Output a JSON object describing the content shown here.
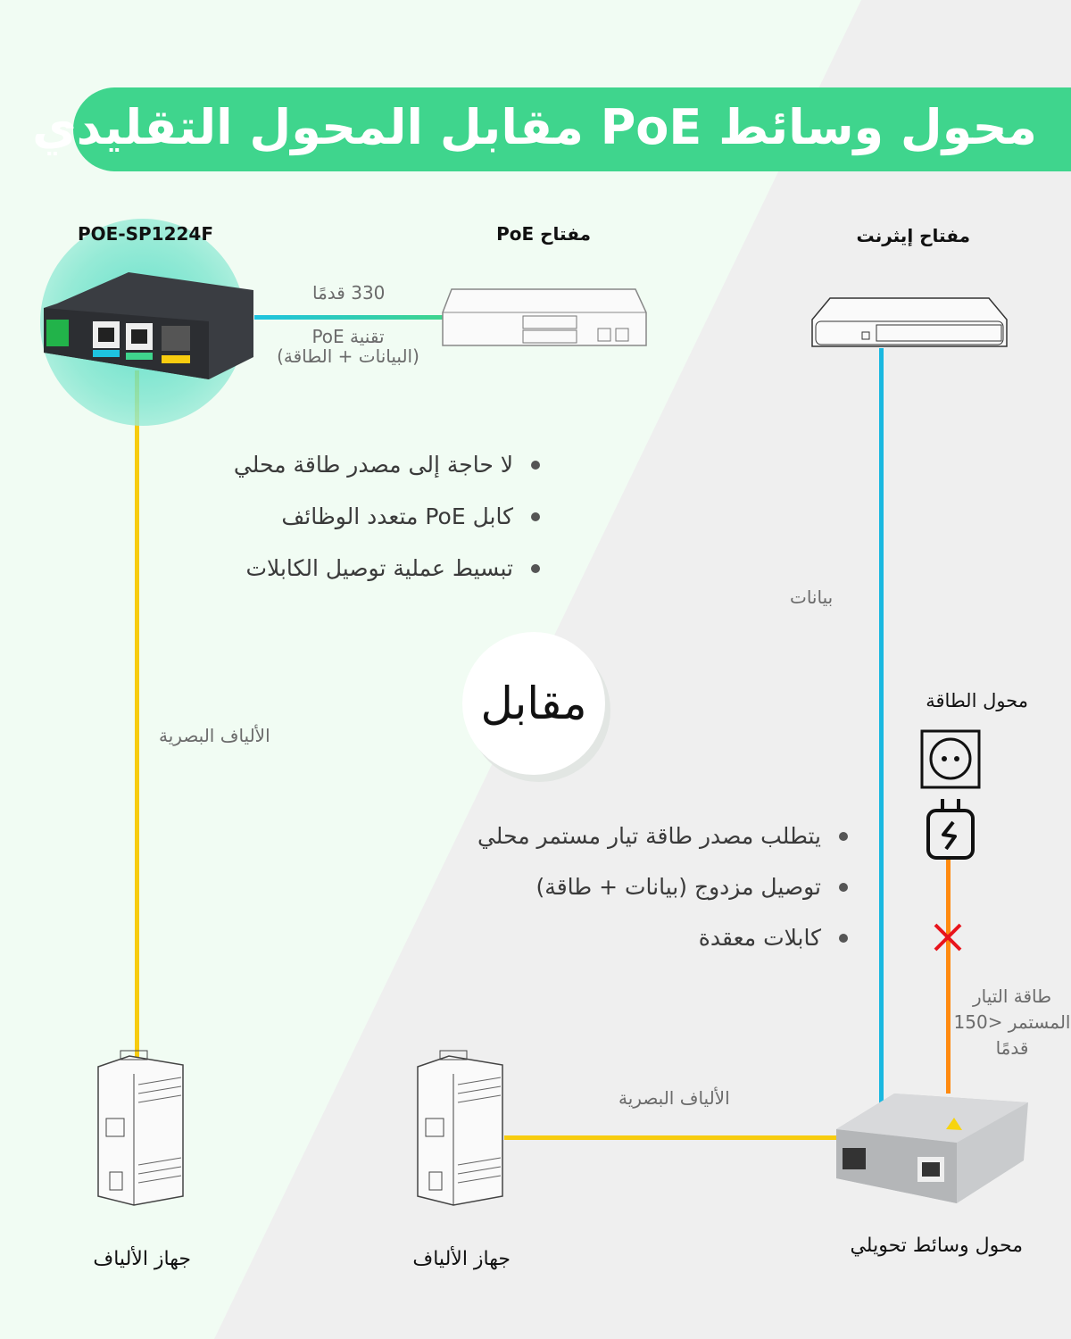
{
  "title": "محول وسائط PoE مقابل المحول التقليدي",
  "left": {
    "device_label": "POE-SP1224F",
    "switch_label": "مفتاح PoE",
    "distance": "330 قدمًا",
    "tech_line1": "تقنية PoE",
    "tech_line2": "(البيانات + الطاقة)",
    "fiber_label": "الألياف البصرية",
    "bullets": [
      "لا حاجة إلى مصدر طاقة محلي",
      "كابل PoE متعدد الوظائف",
      "تبسيط عملية توصيل الكابلات"
    ],
    "end_device": "جهاز الألياف"
  },
  "versus": "مقابل",
  "right": {
    "switch_label": "مفتاح إيثرنت",
    "data_label": "بيانات",
    "adapter_label": "محول الطاقة",
    "dc_line1": "طاقة التيار",
    "dc_line2": "المستمر <150",
    "dc_line3": "قدمًا",
    "fiber_label": "الألياف البصرية",
    "bullets": [
      "يتطلب مصدر طاقة تيار مستمر محلي",
      "توصيل مزدوج (بيانات + طاقة)",
      "كابلات معقدة"
    ],
    "converter_label": "محول وسائط تحويلي",
    "end_device": "جهاز الألياف"
  },
  "colors": {
    "banner": "#3fd58d",
    "fiber": "#f7cc0f",
    "data": "#1ab8e0",
    "dc": "#ff8a10",
    "cross": "#e8141c"
  }
}
